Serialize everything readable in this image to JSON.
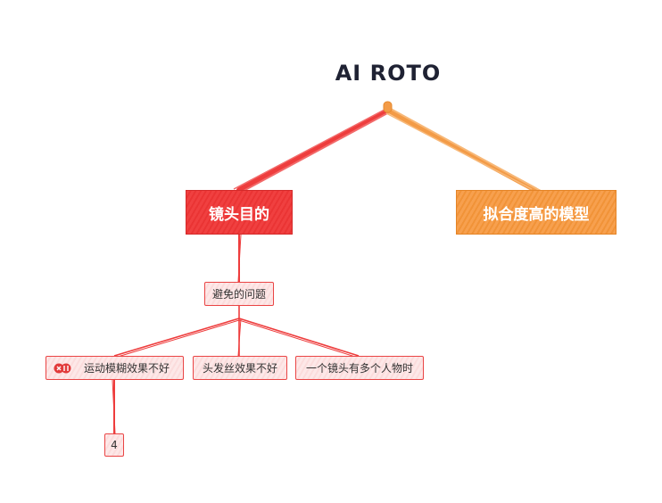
{
  "root": {
    "title": "AI ROTO"
  },
  "branches": {
    "left": {
      "label": "镜头目的",
      "color": "#ef3b3b"
    },
    "right": {
      "label": "拟合度高的模型",
      "color": "#f59a45"
    }
  },
  "issues": {
    "label": "避免的问题",
    "items": [
      {
        "label": "运动模糊效果不好",
        "icon": "link-icon",
        "badge": "4"
      },
      {
        "label": "头发丝效果不好"
      },
      {
        "label": "一个镜头有多个人物时"
      }
    ]
  }
}
